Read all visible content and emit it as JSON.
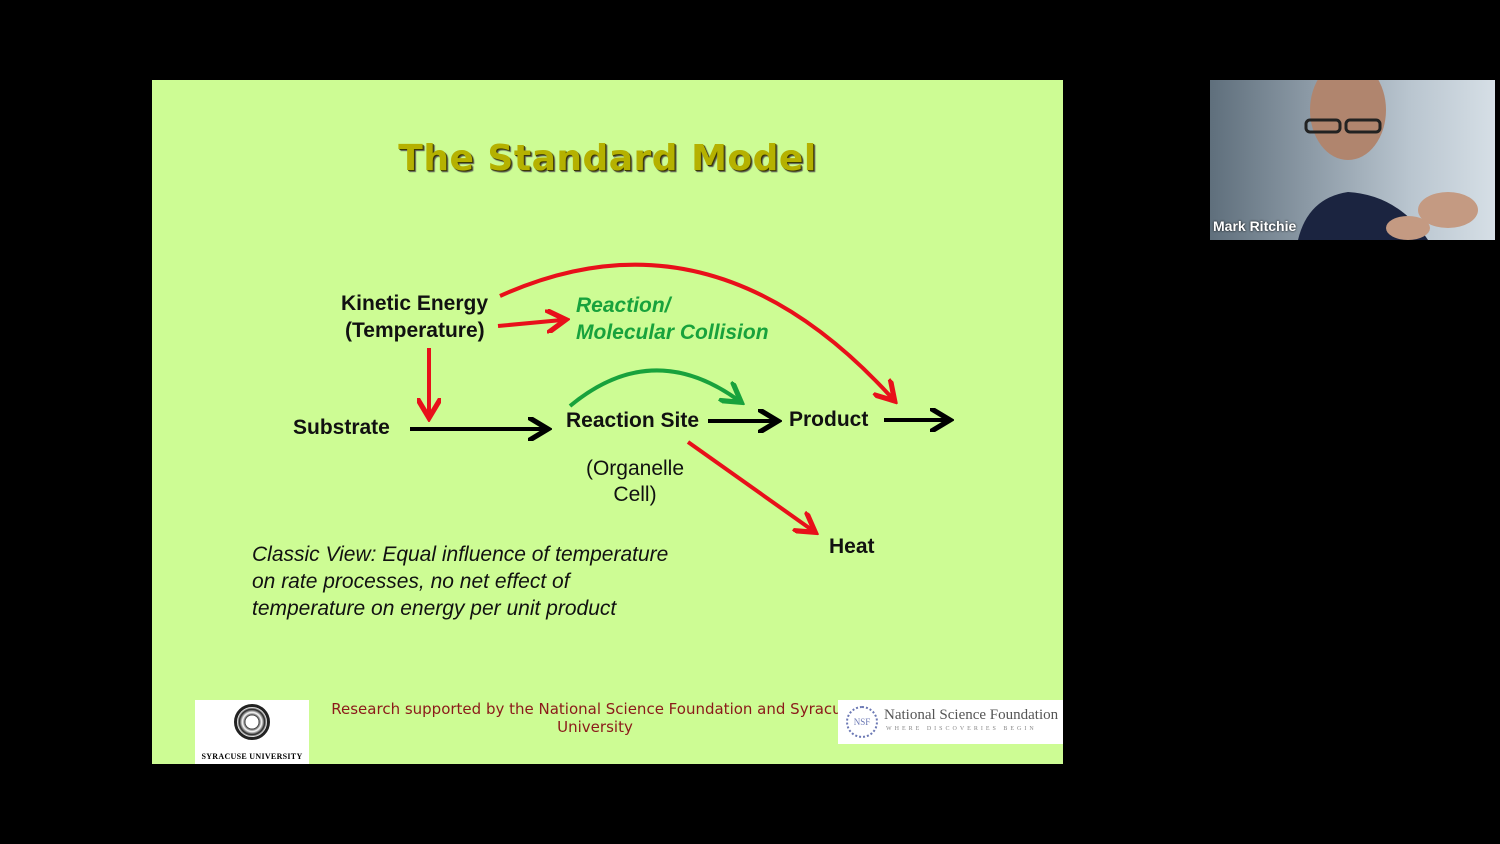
{
  "slide": {
    "title": "The Standard Model",
    "labels": {
      "kinetic_energy": "Kinetic Energy",
      "temperature": "(Temperature)",
      "reaction": "Reaction/",
      "molecular_collision": "Molecular Collision",
      "substrate": "Substrate",
      "reaction_site": "Reaction Site",
      "organelle": "(Organelle",
      "cell": "Cell)",
      "product": "Product",
      "heat": "Heat"
    },
    "classic_view": {
      "line1": "Classic View: Equal influence of temperature",
      "line2": "on rate processes, no net effect of",
      "line3": "temperature on energy per unit product"
    },
    "footer": {
      "line1": "Research supported by the National Science Foundation and Syracuse",
      "line2": "University"
    },
    "logos": {
      "syracuse_text": "SYRACUSE UNIVERSITY",
      "nsf_name": "National Science Foundation",
      "nsf_tagline": "WHERE DISCOVERIES BEGIN",
      "nsf_mark": "NSF"
    },
    "colors": {
      "background": "#cdfc94",
      "title": "#b5b100",
      "red_arrow": "#e8101a",
      "green_arrow": "#18a23c",
      "black_arrow": "#000000",
      "footer_text": "#8b1a1a"
    }
  },
  "participant": {
    "name": "Mark Ritchie"
  }
}
